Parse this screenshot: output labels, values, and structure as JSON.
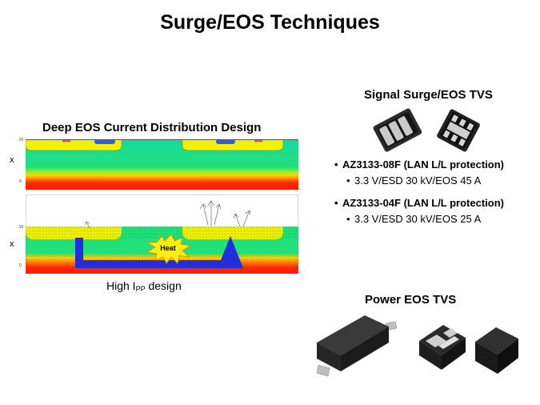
{
  "slide": {
    "title": "Surge/EOS Techniques"
  },
  "left": {
    "heading": "Deep EOS Current Distribution Design",
    "axis_label_top": "x",
    "axis_label_bottom": "x",
    "tick_top_a": "-10",
    "tick_top_b": "0",
    "tick_bot_a": "-10",
    "tick_bot_b": "0",
    "heat_label": "Heat",
    "caption_prefix": "High I",
    "caption_sub": "PP",
    "caption_suffix": " design"
  },
  "right": {
    "signal_heading": "Signal Surge/EOS TVS",
    "products": [
      {
        "name": "AZ3133-08F  (LAN L/L protection)",
        "spec": "3.3 V/ESD 30 kV/EOS 45 A"
      },
      {
        "name": "AZ3133-04F  (LAN L/L protection)",
        "spec": "3.3 V/ESD 30 kV/EOS 25 A"
      }
    ],
    "power_heading": "Power EOS TVS",
    "bullet_char": "•"
  },
  "colors": {
    "arrow": "#1f2fe0",
    "substrate_red": "#ff1a00",
    "epi_green": "#22e07a",
    "well_yellow": "#f2f200",
    "heat_burst": "#ffee10"
  }
}
